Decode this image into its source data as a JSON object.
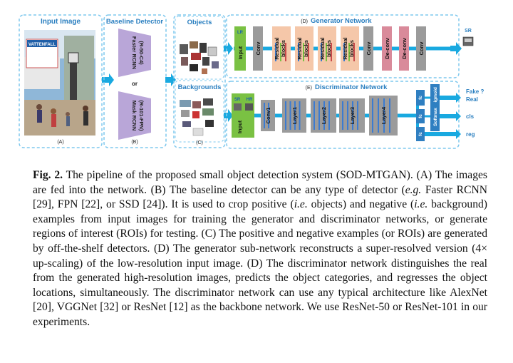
{
  "panel_a": {
    "title": "Input Image",
    "letter": "(A)",
    "sign_text": "VATTENFALL"
  },
  "panel_b": {
    "title": "Baseline Detector",
    "detector1": "Faster RCNN",
    "detector1_sub": "(R-50-C4)",
    "or_text": "or",
    "detector2": "Mask RCNN",
    "detector2_sub": "(R-101-FPN)",
    "letter": "(B)"
  },
  "panel_c": {
    "objects_title": "Objects",
    "backgrounds_title": "Backgrounds",
    "letter": "(C)"
  },
  "panel_d": {
    "letter": "(D)",
    "title": "Generator Network",
    "lr_label": "LR",
    "input_label": "Input",
    "blocks": [
      "Conv",
      "Residual blocks",
      "Residual blocks",
      "Residual blocks",
      "Residual blocks",
      "Conv",
      "De-conv",
      "De-conv",
      "Conv"
    ],
    "sr_label": "SR"
  },
  "panel_e": {
    "letter": "(E)",
    "title": "Discriminator Network",
    "sr_label": "SR",
    "hr_label": "HR",
    "input_label": "Input",
    "layers": [
      "Conv1",
      "Layer1",
      "Layer2",
      "Layer3",
      "Layer4"
    ],
    "fc_label": "fc",
    "sigmoid_label": "Sigmoid",
    "softmax_label": "Softmax",
    "out_fake": "Fake ?",
    "out_real": "Real",
    "out_cls": "cls",
    "out_reg": "reg"
  },
  "caption": {
    "fig_label": "Fig. 2.",
    "s1": " The pipeline of the proposed small object detection system (SOD-MTGAN). (A) The images are fed into the network. (B) The baseline detector can be any type of detector (",
    "eg": "e.g.",
    "s2": " Faster RCNN [29], FPN [22], or SSD [24]). It is used to crop positive (",
    "ie1": "i.e.",
    "s3": " objects) and negative (",
    "ie2": "i.e.",
    "s4": " background) examples from input images for training the generator and discriminator networks, or generate regions of interest (ROIs) for testing. (C) The positive and negative examples (or ROIs) are generated by off-the-shelf detectors. (D) The generator sub-network reconstructs a super-resolved version (4× up-scaling) of the low-resolution input image. (D) The discriminator network distinguishes the real from the generated high-resolution images, predicts the object categories, and regresses the object locations, simultaneously. The discriminator network can use any typical architecture like AlexNet [20], VGGNet [32] or ResNet [12] as the backbone network. We use ResNet-50 or ResNet-101 in our experiments."
  },
  "colors": {
    "accent": "#4aa3df",
    "arrow": "#19a9e0",
    "purple": "#b9a6d8",
    "orange": "#f5c7a9",
    "pink": "#d98a9a",
    "gray": "#9b9b9b",
    "green": "#7ac143",
    "blue_fc": "#2f7fc1"
  }
}
